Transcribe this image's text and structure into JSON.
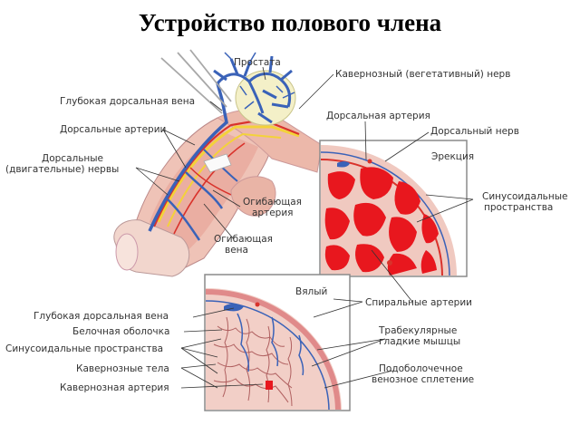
{
  "title": "Устройство полового члена",
  "labels": {
    "prostate": "Простата",
    "cavernous_nerve": "Кавернозный (вегетативный) нерв",
    "deep_dorsal_vein_top": "Глубокая дорсальная вена",
    "dorsal_arteries": "Дорсальные артерии",
    "dorsal_motor_nerves_1": "Дорсальные",
    "dorsal_motor_nerves_2": "(двигательные) нервы",
    "dorsal_artery_right": "Дорсальная артерия",
    "dorsal_nerve_right": "Дорсальный нерв",
    "erection": "Эрекция",
    "sinusoidal_spaces_1": "Синусоидальные",
    "sinusoidal_spaces_2": "пространства",
    "circumflex_artery_1": "Огибающая",
    "circumflex_artery_2": "артерия",
    "circumflex_vein_1": "Огибающая",
    "circumflex_vein_2": "вена",
    "flaccid": "Вялый",
    "spiral_arteries": "Спиральные артерии",
    "deep_dorsal_vein_bottom": "Глубокая дорсальная вена",
    "tunica_albuginea": "Белочная оболочка",
    "sinusoidal_spaces_left": "Синусоидальные пространства",
    "cavernous_bodies": "Кавернозные тела",
    "cavernous_artery": "Кавернозная артерия",
    "trabecular_1": "Трабекулярные",
    "trabecular_2": "гладкие мышцы",
    "subtunical_1": "Подоболочечное",
    "subtunical_2": "венозное сплетение"
  },
  "colors": {
    "skin": "#efc3b7",
    "vein": "#3a62b8",
    "artery": "#d9322b",
    "nerve": "#f3d23a",
    "sinus": "#e8171e",
    "frame": "#8a8a8a"
  }
}
